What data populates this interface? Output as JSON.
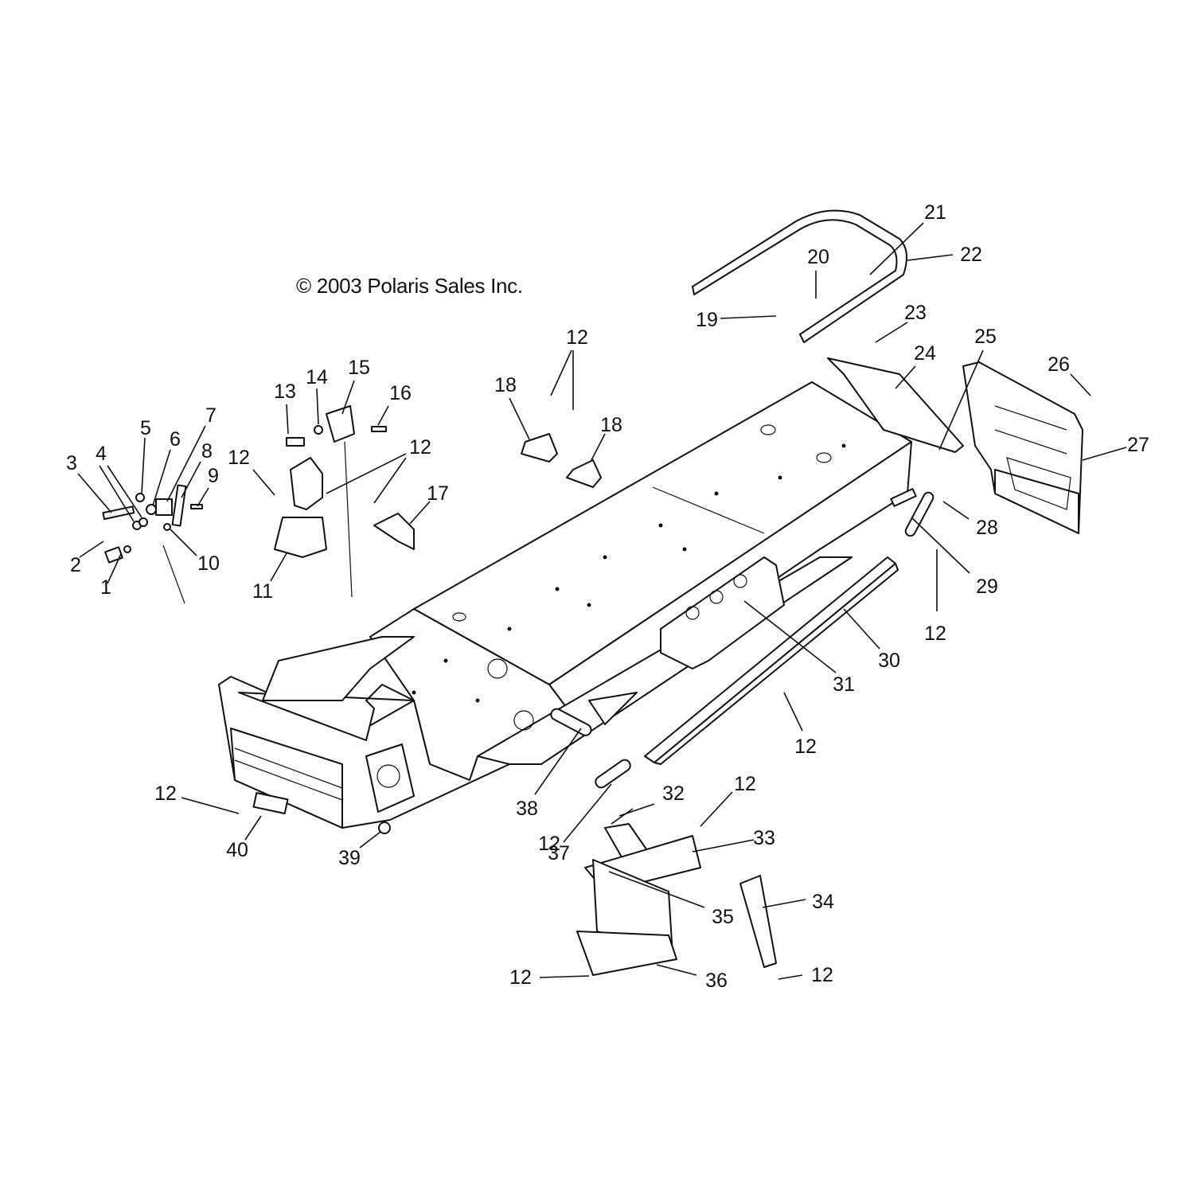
{
  "copyright": "© 2003 Polaris Sales Inc.",
  "callouts": [
    "1",
    "2",
    "3",
    "4",
    "5",
    "6",
    "7",
    "8",
    "9",
    "10",
    "11",
    "12",
    "12",
    "12",
    "12",
    "12",
    "12",
    "12",
    "12",
    "12",
    "12",
    "12",
    "13",
    "14",
    "15",
    "16",
    "17",
    "18",
    "18",
    "19",
    "20",
    "21",
    "22",
    "23",
    "24",
    "25",
    "26",
    "27",
    "28",
    "29",
    "30",
    "31",
    "32",
    "33",
    "34",
    "35",
    "36",
    "37",
    "38",
    "39",
    "40"
  ]
}
